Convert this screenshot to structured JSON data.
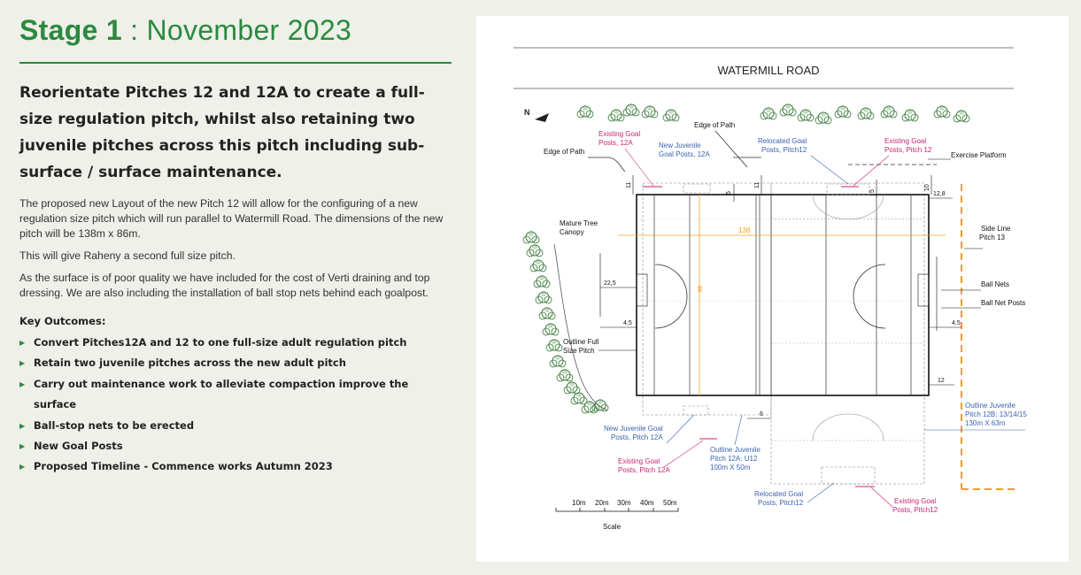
{
  "stage": {
    "bold": "Stage 1",
    "rest": " : November 2023"
  },
  "lead": "Reorientate Pitches 12 and 12A to create a full-size regulation pitch, whilst also retaining two juvenile pitches across this pitch including sub-surface / surface maintenance.",
  "paragraphs": [
    "The proposed new Layout of the new Pitch 12 will allow for the configuring of a new regulation size pitch which will run parallel to Watermill Road. The dimensions of the new pitch will be 138m x 86m.",
    "This will give Raheny a second full size pitch.",
    "As the surface is of poor quality we have included for the cost of Verti draining and top dressing. We are also including the installation of ball stop nets behind each goalpost."
  ],
  "key_outcomes_heading": "Key Outcomes:",
  "outcomes": [
    "Convert Pitches12A and 12 to one full-size adult regulation pitch",
    "Retain two juvenile pitches across the new adult pitch",
    "Carry out maintenance work to alleviate compaction improve the surface",
    "Ball-stop nets to be erected",
    "New Goal Posts",
    "Proposed Timeline  - Commence works Autumn 2023"
  ],
  "diagram": {
    "road": "WATERMILL ROAD",
    "north": "N",
    "labels": {
      "edge_path_1": "Edge of Path",
      "edge_path_2": "Edge of Path",
      "exist_12a_top_1": "Existing Goal",
      "exist_12a_top_2": "Posts, 12A",
      "new_juv_top_1": "New Juvenile",
      "new_juv_top_2": "Goal Posts, 12A",
      "reloc_top_1": "Relocated Goal",
      "reloc_top_2": "Posts, Pitch12",
      "exist_12_top_1": "Existing Goal",
      "exist_12_top_2": "Posts, Pitch 12",
      "exercise": "Exercise Platform",
      "mature_1": "Mature Tree",
      "mature_2": "Canopy",
      "side_line_1": "Side Line",
      "side_line_2": "Pitch 13",
      "ball_nets": "Ball Nets",
      "ball_net_posts": "Ball Net Posts",
      "outline_full_1": "Outline Full",
      "outline_full_2": "Size Pitch",
      "outline_juv_12b_1": "Outline  Juvenile",
      "outline_juv_12b_2": "Pitch 12B: 13/14/15",
      "outline_juv_12b_3": "130m X 63m",
      "new_juv_bot_1": "New Juvenile Goal",
      "new_juv_bot_2": "Posts, Pitch 12A",
      "outline_juv_12a_1": "Outline  Juvenile",
      "outline_juv_12a_2": "Pitch 12A: U12",
      "outline_juv_12a_3": "100m X 50m",
      "exist_12a_bot_1": "Existing Goal",
      "exist_12a_bot_2": "Posts, Pitch 12A",
      "reloc_bot_1": "Relocated Goal",
      "reloc_bot_2": "Posts, Pitch12",
      "exist_12_bot_1": "Existing Goal",
      "exist_12_bot_2": "Posts, Pitch12"
    },
    "dims": {
      "d11a": "11",
      "d5a": "5",
      "d11b": "11",
      "d5b": "5",
      "d10": "10",
      "d128": "12,8",
      "d138": "138",
      "d86": "86",
      "d225": "22,5",
      "d45a": "4,5",
      "d45b": "4,5",
      "d12": "12",
      "d6": "6"
    },
    "scale": {
      "ticks": [
        "10m",
        "20m",
        "30m",
        "40m",
        "50m"
      ],
      "label": "Scale"
    }
  },
  "colors": {
    "green": "#2b8a3e",
    "orange": "#f0a020",
    "blue": "#3a62b0",
    "magenta": "#cc2277"
  }
}
